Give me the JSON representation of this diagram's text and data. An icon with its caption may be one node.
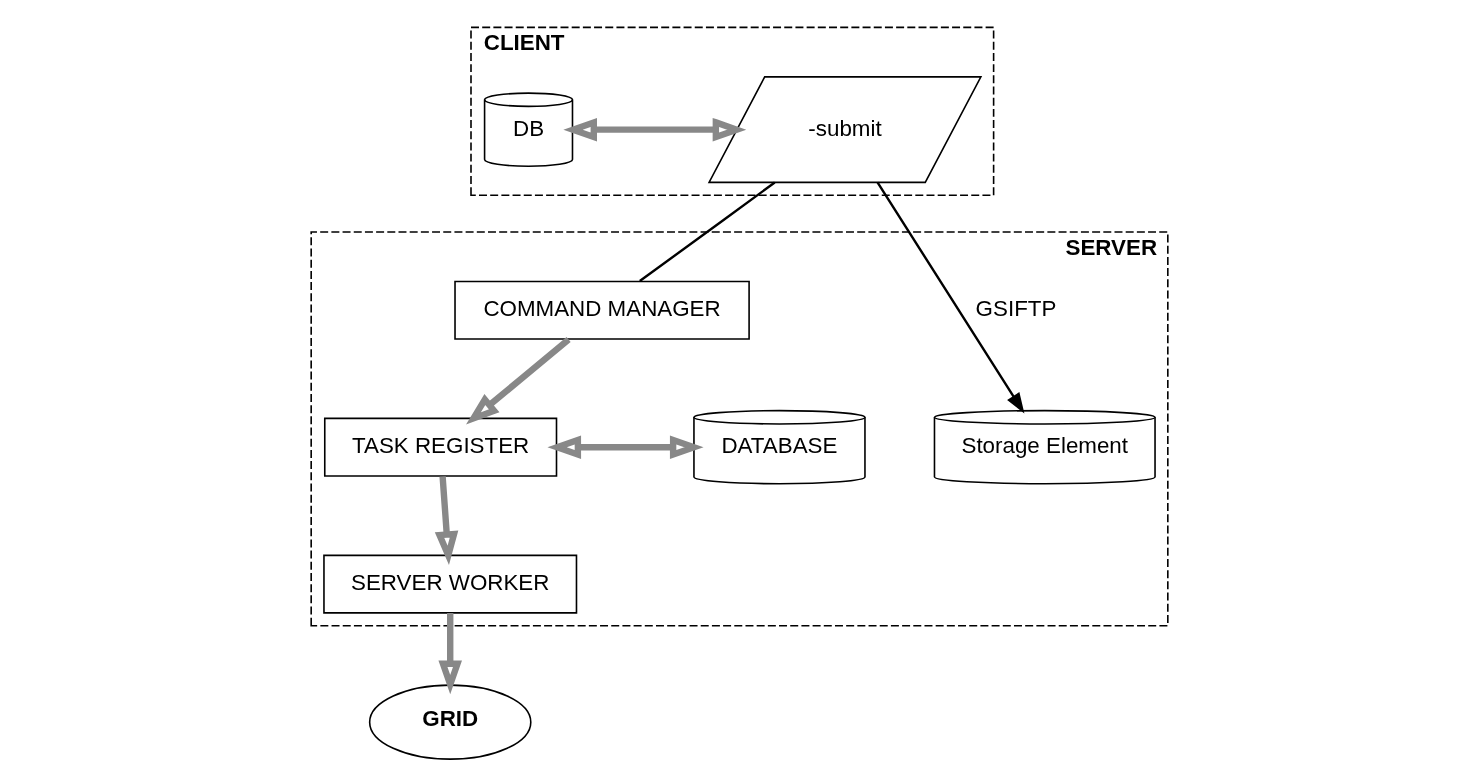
{
  "diagram": {
    "nodes": [
      {
        "text": [
          "CLIENT"
        ]
      },
      {
        "text": [
          "DB"
        ],
        "in": 0
      },
      {
        "text": [
          "-submit"
        ],
        "in": 0
      },
      {
        "text": [
          "SERVER"
        ]
      },
      {
        "text": [
          "COMMAND MANAGER"
        ],
        "in": 3
      },
      {
        "text": [
          "TASK REGISTER"
        ],
        "in": 3
      },
      {
        "text": [
          "DATABASE"
        ],
        "in": 3
      },
      {
        "text": [
          "Storage Element"
        ],
        "in": 3
      },
      {
        "text": [
          "SERVER WORKER"
        ],
        "in": 3
      },
      {
        "text": [
          "GRID"
        ]
      }
    ],
    "edges": [
      {
        "from": 1,
        "to": 2,
        "arrow": "both"
      },
      {
        "from": 2,
        "to": 4,
        "arrow": "none",
        "color": "#000000"
      },
      {
        "from": 2,
        "to": 7,
        "arrow": "to",
        "label": "GSIFTP",
        "color": "#000000"
      },
      {
        "from": 4,
        "to": 5,
        "arrow": "to"
      },
      {
        "from": 5,
        "to": 6,
        "arrow": "both"
      },
      {
        "from": 5,
        "to": 8,
        "arrow": "to"
      },
      {
        "from": 8,
        "to": 9,
        "arrow": "to"
      }
    ]
  }
}
